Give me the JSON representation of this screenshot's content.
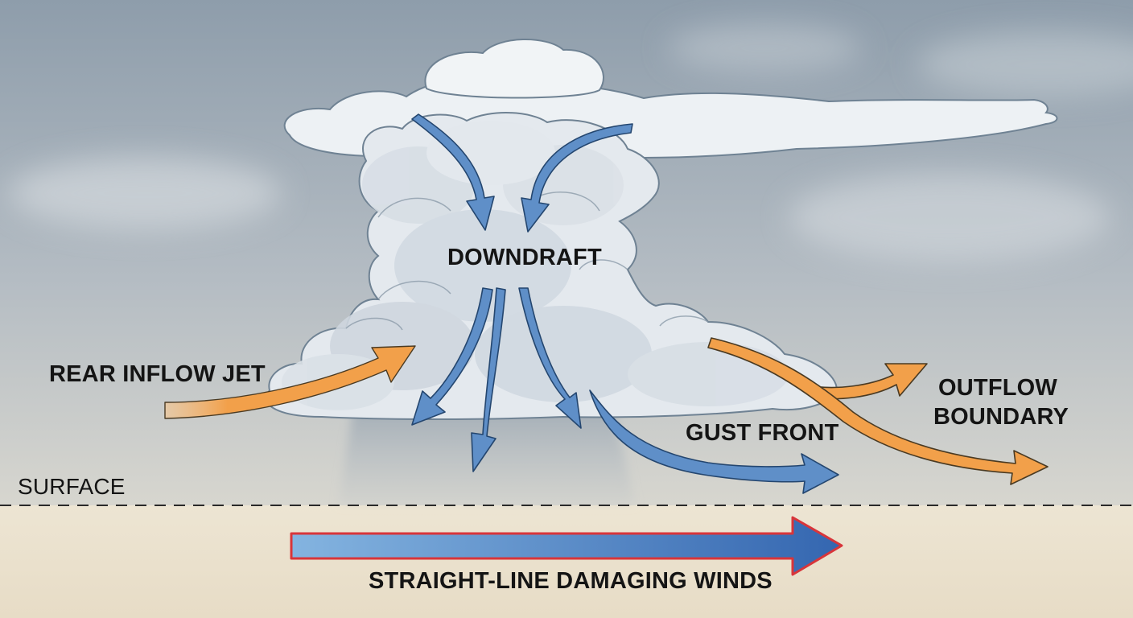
{
  "labels": {
    "downdraft": "DOWNDRAFT",
    "rear_inflow_jet": "REAR INFLOW JET",
    "gust_front": "GUST FRONT",
    "outflow_boundary_line1": "OUTFLOW",
    "outflow_boundary_line2": "BOUNDARY",
    "surface": "SURFACE",
    "straight_line_winds": "STRAIGHT-LINE DAMAGING WINDS"
  },
  "colors": {
    "sky_top": "#8e9dab",
    "sky_bottom": "#d3d4d1",
    "ground": "#ece3d0",
    "cloud_fill": "#e9edf1",
    "cloud_outline": "#6f8293",
    "downdraft_arrow": "#5f8fc8",
    "inflow_arrow": "#f2a04a",
    "wind_arrow_light": "#84b4e0",
    "wind_arrow_dark": "#3466b0",
    "wind_arrow_outline": "#d8353a"
  }
}
